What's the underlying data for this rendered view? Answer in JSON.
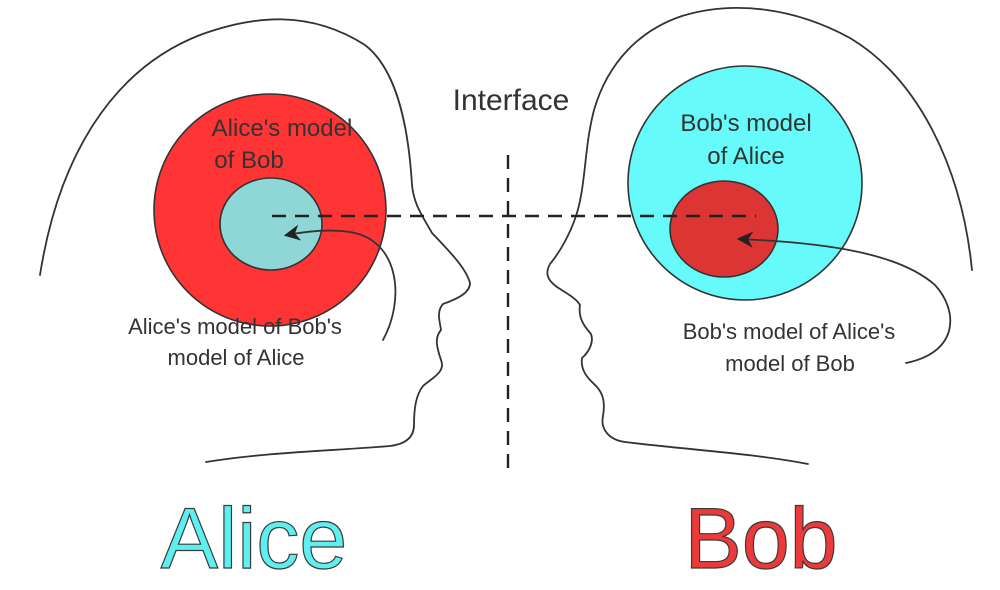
{
  "interface_label": "Interface",
  "alice": {
    "name": "Alice",
    "name_color": "#5ef0f0",
    "outer_model_lines": [
      "Alice's model",
      "of Bob"
    ],
    "outer_color": "#ff3535",
    "inner_color": "#8fd6d6",
    "annotation_lines": [
      "Alice's model of Bob's",
      "model of Alice"
    ]
  },
  "bob": {
    "name": "Bob",
    "name_color": "#ec3a3a",
    "outer_model_lines": [
      "Bob's model",
      "of Alice"
    ],
    "outer_color": "#66fafa",
    "inner_color": "#dd3434",
    "annotation_lines": [
      "Bob's model of Alice's",
      "model of Bob"
    ]
  }
}
